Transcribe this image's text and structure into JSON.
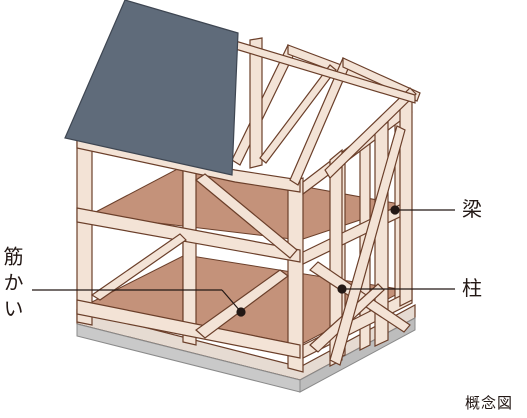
{
  "labels": {
    "beam": "梁",
    "column": "柱",
    "brace": "筋かい",
    "caption": "概念図"
  },
  "colors": {
    "timber": "#f3e3d6",
    "timber_edge": "#6b3f2a",
    "floor": "#c4927a",
    "roof": "#5f6b7a",
    "foundation": "#c9c9c9",
    "foundation_top": "#e6dbd2",
    "leader": "#231815"
  }
}
